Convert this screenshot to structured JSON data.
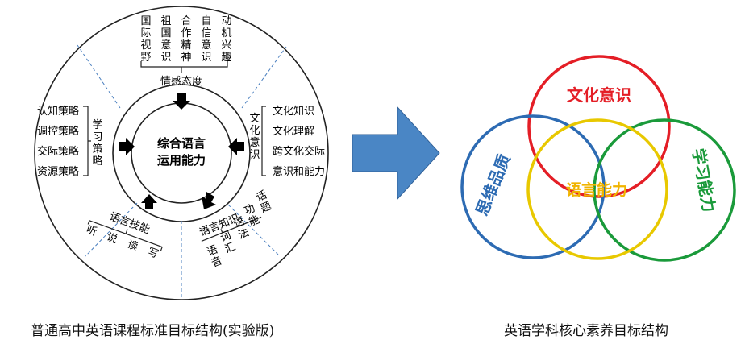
{
  "left_diagram": {
    "center": [
      "综合语言",
      "运用能力"
    ],
    "emotion": {
      "label": "情感态度",
      "items": [
        "国际视野",
        "祖国意识",
        "合作精神",
        "自信意识",
        "动机兴趣"
      ]
    },
    "strategy": {
      "label": "学习策略",
      "items": [
        "认知策略",
        "调控策略",
        "交际策略",
        "资源策略"
      ]
    },
    "culture": {
      "label": "文化意识",
      "items": [
        "文化知识",
        "文化理解",
        "跨文化交际",
        "意识和能力"
      ]
    },
    "skills": {
      "label": "语言技能",
      "items": [
        "听",
        "说",
        "读",
        "写"
      ]
    },
    "knowledge": {
      "label": "语言知识",
      "items": [
        "语音",
        "词汇",
        "语法",
        "功能",
        "话题"
      ]
    },
    "caption": "普通高中英语课程标准目标结构(实验版)"
  },
  "right_diagram": {
    "circles": [
      {
        "label": "文化意识",
        "color": "#e41e26"
      },
      {
        "label": "思维品质",
        "color": "#2d6bb3"
      },
      {
        "label": "学习能力",
        "color": "#1a9a3a"
      },
      {
        "label": "语言能力",
        "color": "#e8c800"
      }
    ],
    "arrow_color": "#4a86c5",
    "caption": "英语学科核心素养目标结构"
  }
}
